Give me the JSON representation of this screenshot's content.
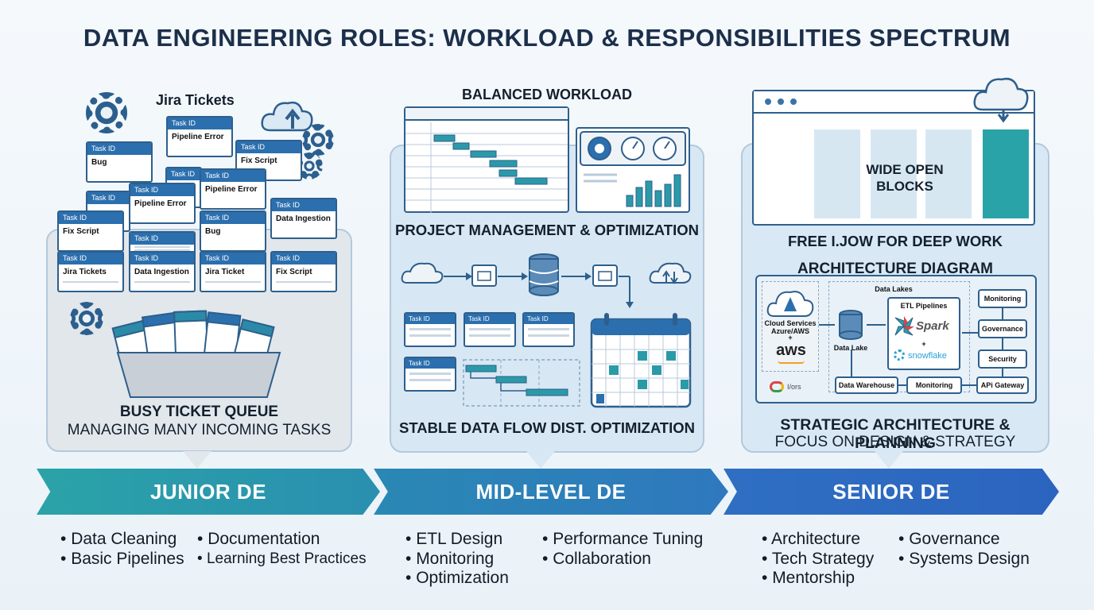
{
  "title": "DATA ENGINEERING ROLES: WORKLOAD & RESPONSIBILITIES SPECTRUM",
  "junior": {
    "heading": "Jira Tickets",
    "tickets": [
      {
        "id": "Task ID",
        "label": "Bug"
      },
      {
        "id": "Task ID",
        "label": "Pipeline Error"
      },
      {
        "id": "Task ID",
        "label": "Fix Script"
      },
      {
        "id": "Task ID",
        "label": "Pipeline Error"
      },
      {
        "id": "Task ID",
        "label": "Pipeline Error"
      },
      {
        "id": "Task ID",
        "label": "Fix Script"
      },
      {
        "id": "Task ID",
        "label": "Bug"
      },
      {
        "id": "Task ID",
        "label": "Data Ingestion"
      },
      {
        "id": "Task ID",
        "label": "Jira Tickets"
      },
      {
        "id": "Task ID",
        "label": "Data Ingestion"
      },
      {
        "id": "Task ID",
        "label": "Jira Ticket"
      },
      {
        "id": "Task ID",
        "label": "Fix Script"
      }
    ],
    "caption": "BUSY TICKET QUEUE",
    "subcaption": "MANAGING MANY INCOMING TASKS",
    "banner": "JUNIOR DE",
    "bullets_col1": [
      "Data Cleaning",
      "Basic Pipelines"
    ],
    "bullets_col2": [
      "Documentation",
      "Learning Best Practices"
    ]
  },
  "mid": {
    "heading": "BALANCED WORKLOAD",
    "caption1": "PROJECT MANAGEMENT & OPTIMIZATION",
    "mini_tickets": [
      "Task ID",
      "Task ID",
      "Task ID",
      "Task ID"
    ],
    "caption2": "STABLE DATA FLOW DIST. OPTIMIZATION",
    "banner": "MID-LEVEL DE",
    "bullets_col1": [
      "ETL Design",
      "Monitoring",
      "Optimization"
    ],
    "bullets_col2": [
      "Performance Tuning",
      "Collaboration"
    ]
  },
  "senior": {
    "blocks_label": "WIDE OPEN BLOCKS",
    "free_label": "FREE I.JOW FOR DEEP WORK",
    "arch_heading": "ARCHITECTURE DIAGRAM",
    "arch": {
      "cloud_services": "Cloud Services Azure/AWS",
      "plus": "+",
      "aws": "aws",
      "data_lakes": "Data Lakes",
      "data_lake": "Data Lake",
      "etl": "ETL Pipelines",
      "spark": "Spark",
      "snowflake": "snowflake",
      "monitoring": "Monitoring",
      "governance": "Governance",
      "security": "Security",
      "data_warehouse": "Data Warehouse",
      "monitoring2": "Monitoring",
      "api_gateway": "APi Gateway",
      "gcp_text": "I/ors"
    },
    "caption": "STRATEGIC ARCHITECTURE & PLANNING",
    "subcaption": "FOCUS ON DESIGN & STRATEGY",
    "banner": "SENIOR DE",
    "bullets_col1": [
      "Architecture",
      "Tech Strategy",
      "Mentorship"
    ],
    "bullets_col2": [
      "Governance",
      "Systems Design"
    ]
  },
  "colors": {
    "navy": "#1c2f4a",
    "ticket_header": "#2b6fae",
    "teal": "#2aa3a8",
    "blue": "#2f6fc2"
  }
}
